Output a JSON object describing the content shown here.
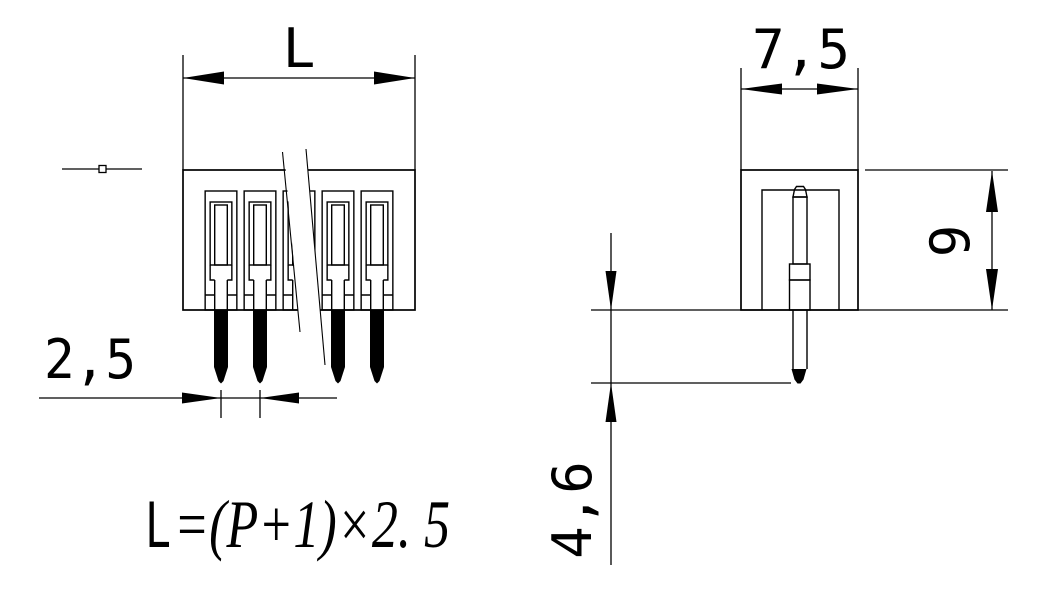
{
  "drawing": {
    "kind": "technical-dimension-drawing",
    "subject": "pin header terminal block connector, front and side views",
    "colors": {
      "background": "#ffffff",
      "line": "#000000"
    }
  },
  "views": {
    "front": {
      "label_overall_width": "L",
      "label_pin_pitch": "2,5"
    },
    "side": {
      "label_body_width": "7,5",
      "label_body_height": "9",
      "label_pin_length": "4,6"
    }
  },
  "formula": {
    "lhs": "L",
    "rhs": "=(P+1)×2. 5",
    "full": "L=(P+1)×2. 5"
  },
  "dimensions_legend": [
    {
      "id": "overall-width",
      "label": "L",
      "orientation": "horizontal"
    },
    {
      "id": "pin-pitch",
      "label": "2,5",
      "orientation": "horizontal"
    },
    {
      "id": "body-width",
      "label": "7,5",
      "orientation": "horizontal"
    },
    {
      "id": "body-height",
      "label": "9",
      "orientation": "vertical"
    },
    {
      "id": "pin-protrusion",
      "label": "4,6",
      "orientation": "vertical"
    }
  ]
}
